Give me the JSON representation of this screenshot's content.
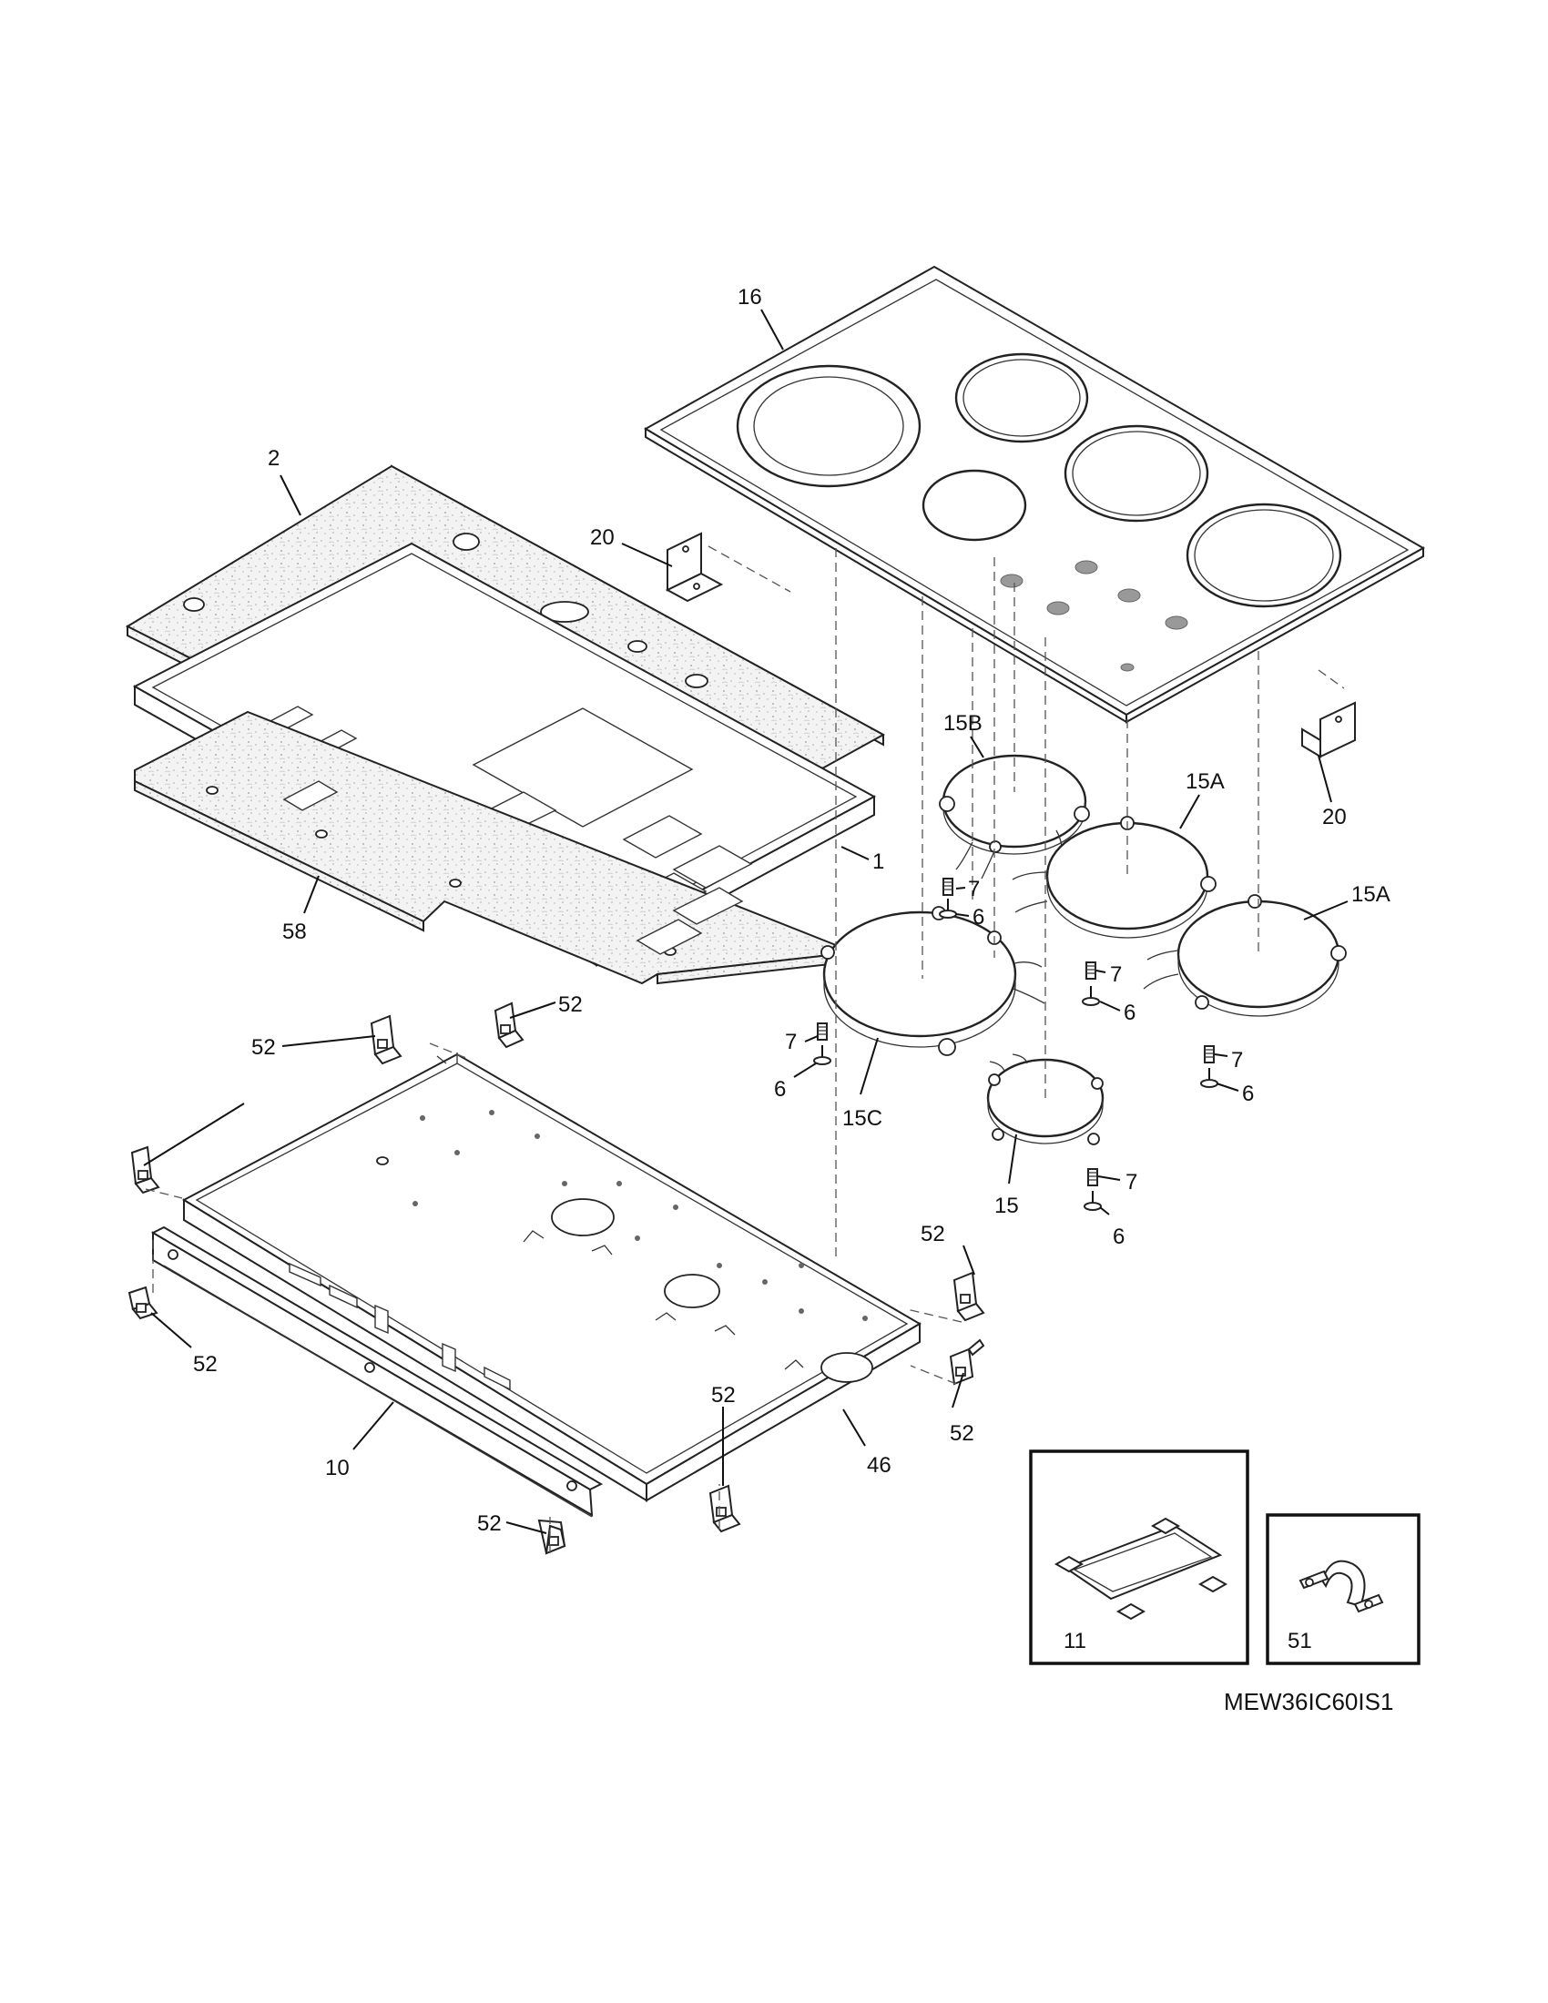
{
  "diagram": {
    "model_code": "MEW36IC60IS1",
    "callouts": {
      "c16": "16",
      "c2": "2",
      "c20a": "20",
      "c20b": "20",
      "c15B": "15B",
      "c15A1": "15A",
      "c15A2": "15A",
      "c1": "1",
      "c58": "58",
      "c7a": "7",
      "c6a": "6",
      "c7b": "7",
      "c6b": "6",
      "c7c": "7",
      "c6c": "6",
      "c15C": "15C",
      "c7d": "7",
      "c6d": "6",
      "c15": "15",
      "c7e": "7",
      "c6e": "6",
      "c52a": "52",
      "c52b": "52",
      "c52c": "52",
      "c52d": "52",
      "c52e": "52",
      "c52f": "52",
      "c52g": "52",
      "c10": "10",
      "c46": "46"
    },
    "inset_parts": {
      "p11": "11",
      "p51": "51"
    }
  }
}
